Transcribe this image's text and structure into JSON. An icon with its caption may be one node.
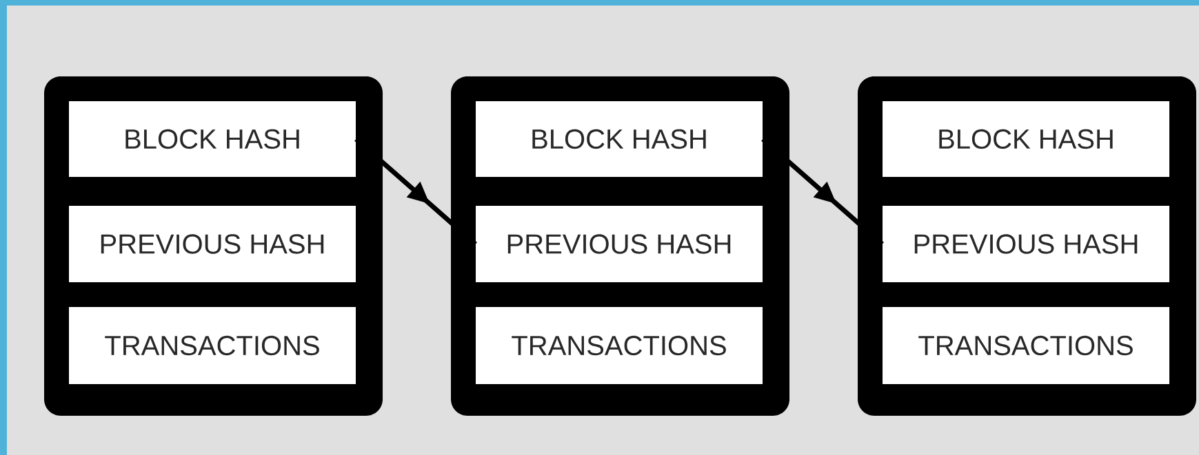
{
  "diagram": {
    "nodes": [
      {
        "text": [],
        "shape": "box"
      },
      {
        "text": [
          "BLOCK HASH"
        ],
        "in": 0
      },
      {
        "text": [
          "PREVIOUS HASH"
        ],
        "in": 0
      },
      {
        "text": [
          "TRANSACTIONS"
        ],
        "in": 0
      },
      {
        "text": [],
        "shape": "box"
      },
      {
        "text": [
          "BLOCK HASH"
        ],
        "in": 4
      },
      {
        "text": [
          "PREVIOUS HASH"
        ],
        "in": 4
      },
      {
        "text": [
          "TRANSACTIONS"
        ],
        "in": 4
      },
      {
        "text": [],
        "shape": "box"
      },
      {
        "text": [
          "BLOCK HASH"
        ],
        "in": 8
      },
      {
        "text": [
          "PREVIOUS HASH"
        ],
        "in": 8
      },
      {
        "text": [
          "TRANSACTIONS"
        ],
        "in": 8
      }
    ],
    "edges": [
      {
        "from": 1,
        "to": 6,
        "arrow": "to"
      },
      {
        "from": 5,
        "to": 10,
        "arrow": "to"
      }
    ]
  }
}
